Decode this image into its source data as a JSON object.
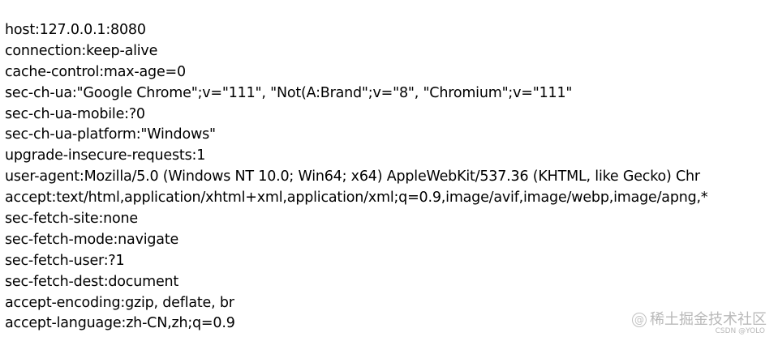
{
  "headers": [
    "host:127.0.0.1:8080",
    "connection:keep-alive",
    "cache-control:max-age=0",
    "sec-ch-ua:\"Google Chrome\";v=\"111\", \"Not(A:Brand\";v=\"8\", \"Chromium\";v=\"111\"",
    "sec-ch-ua-mobile:?0",
    "sec-ch-ua-platform:\"Windows\"",
    "upgrade-insecure-requests:1",
    "user-agent:Mozilla/5.0 (Windows NT 10.0; Win64; x64) AppleWebKit/537.36 (KHTML, like Gecko) Chr",
    "accept:text/html,application/xhtml+xml,application/xml;q=0.9,image/avif,image/webp,image/apng,*",
    "sec-fetch-site:none",
    "sec-fetch-mode:navigate",
    "sec-fetch-user:?1",
    "sec-fetch-dest:document",
    "accept-encoding:gzip, deflate, br",
    "accept-language:zh-CN,zh;q=0.9"
  ],
  "watermark": {
    "icon": "at-icon",
    "text": "稀土掘金技术社区",
    "sub": "CSDN @YOLO"
  }
}
